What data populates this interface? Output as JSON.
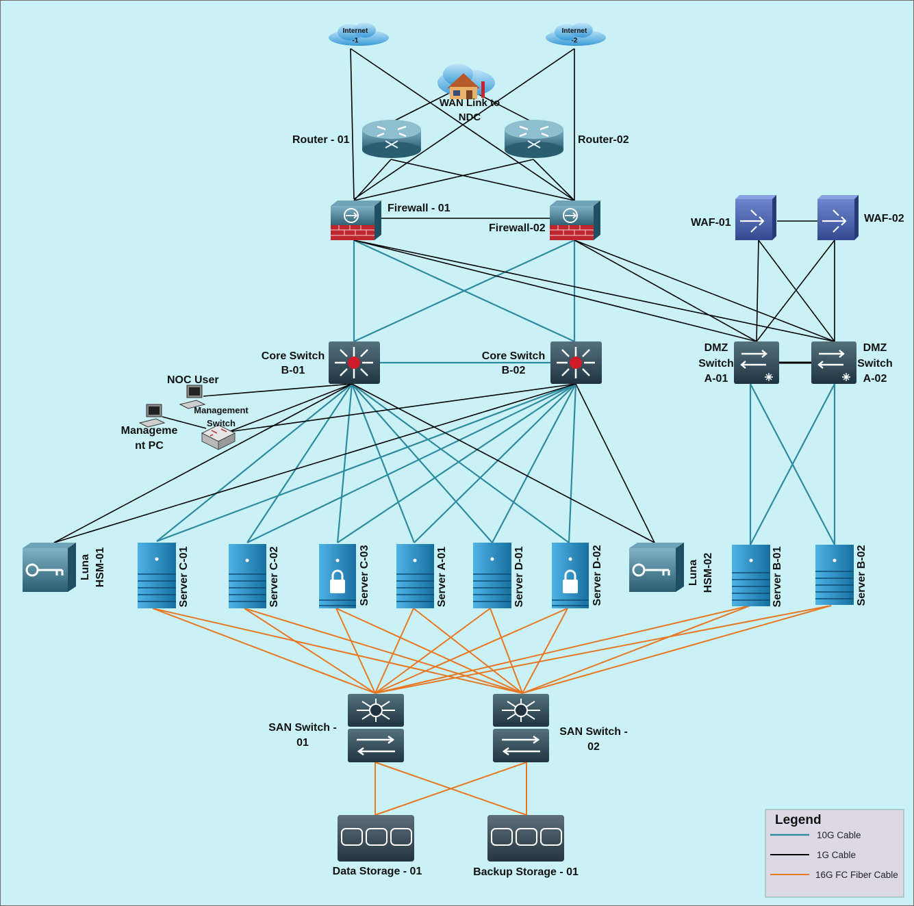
{
  "colors": {
    "background": "#c9f1f6",
    "cable_10g": "#2e8a9e",
    "cable_1g": "#000000",
    "cable_fc": "#e87722",
    "device_teal": "#2f6d85",
    "server_blue": "#1b8ac4",
    "firewall_red": "#c0262d",
    "waf_purple": "#3f5aa8",
    "legend_bg": "#ddd9e4"
  },
  "labels": {
    "internet1": [
      "Internet",
      "-1"
    ],
    "internet2": [
      "Internet",
      "-2"
    ],
    "wan": [
      "WAN Link to",
      "NDC"
    ],
    "router1": "Router - 01",
    "router2": "Router-02",
    "firewall1": "Firewall - 01",
    "firewall2": "Firewall-02",
    "waf1": "WAF-01",
    "waf2": "WAF-02",
    "core1": [
      "Core Switch",
      "B-01"
    ],
    "core2": [
      "Core Switch",
      "B-02"
    ],
    "dmz1": [
      "DMZ",
      "Switch",
      "A-01"
    ],
    "dmz2": [
      "DMZ",
      "Switch",
      "A-02"
    ],
    "noc_user": "NOC User",
    "mgmt_switch": [
      "Management",
      "Switch"
    ],
    "mgmt_pc": [
      "Manageme",
      "nt PC"
    ],
    "hsm1": [
      "Luna",
      "HSM-01"
    ],
    "hsm2": [
      "Luna",
      "HSM-02"
    ],
    "server_c01": "Server C-01",
    "server_c02": "Server C-02",
    "server_c03": "Server C-03",
    "server_a01": "Server A-01",
    "server_d01": "Server D-01",
    "server_d02": "Server D-02",
    "server_b01": "Server B-01",
    "server_b02": "Server B-02",
    "san1": [
      "SAN Switch -",
      "01"
    ],
    "san2": [
      "SAN Switch -",
      "02"
    ],
    "storage1": "Data Storage - 01",
    "storage2": "Backup Storage - 01"
  },
  "legend": {
    "title": "Legend",
    "items": [
      {
        "label": "10G Cable",
        "type": "10g"
      },
      {
        "label": "1G Cable",
        "type": "1g"
      },
      {
        "label": "16G FC Fiber Cable",
        "type": "fc"
      }
    ]
  },
  "icons": {
    "internet": "cloud-icon",
    "wan": "house-cloud-icon",
    "router": "router-icon",
    "firewall": "firewall-icon",
    "waf": "waf-icon",
    "core_switch": "multilayer-switch-icon",
    "dmz_switch": "switch-icon",
    "server": "server-icon",
    "secure_server": "lock-server-icon",
    "hsm": "key-icon",
    "san_switch": "san-switch-icon",
    "storage": "storage-array-icon",
    "pc": "pc-icon"
  }
}
